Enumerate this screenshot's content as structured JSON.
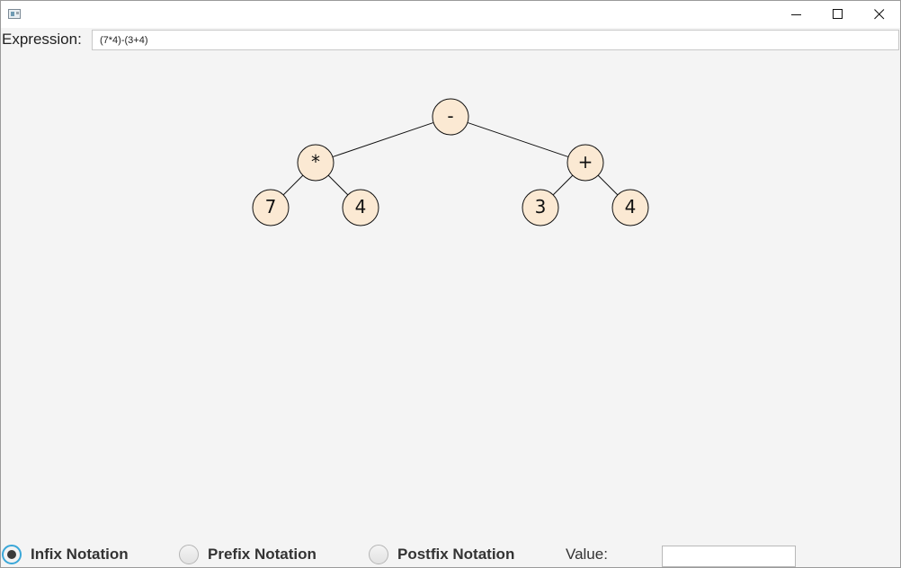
{
  "window": {
    "title": "",
    "controls": {
      "minimize_icon": "minimize-icon",
      "maximize_icon": "maximize-icon",
      "close_icon": "close-icon"
    }
  },
  "expression": {
    "label": "Expression:",
    "value": "(7*4)-(3+4)"
  },
  "tree": {
    "node_fill": "#fbe9d3",
    "nodes": [
      {
        "id": "root",
        "label": "-"
      },
      {
        "id": "mul",
        "label": "*"
      },
      {
        "id": "add",
        "label": "+"
      },
      {
        "id": "leaf7",
        "label": "7"
      },
      {
        "id": "leaf4a",
        "label": "4"
      },
      {
        "id": "leaf3",
        "label": "3"
      },
      {
        "id": "leaf4b",
        "label": "4"
      }
    ],
    "edges": [
      [
        "root",
        "mul"
      ],
      [
        "root",
        "add"
      ],
      [
        "mul",
        "leaf7"
      ],
      [
        "mul",
        "leaf4a"
      ],
      [
        "add",
        "leaf3"
      ],
      [
        "add",
        "leaf4b"
      ]
    ]
  },
  "notation": {
    "options": [
      {
        "label": "Infix Notation",
        "selected": true
      },
      {
        "label": "Prefix Notation",
        "selected": false
      },
      {
        "label": "Postfix Notation",
        "selected": false
      }
    ],
    "accent": "#3aa7d8"
  },
  "value": {
    "label": "Value:",
    "field_value": ""
  }
}
